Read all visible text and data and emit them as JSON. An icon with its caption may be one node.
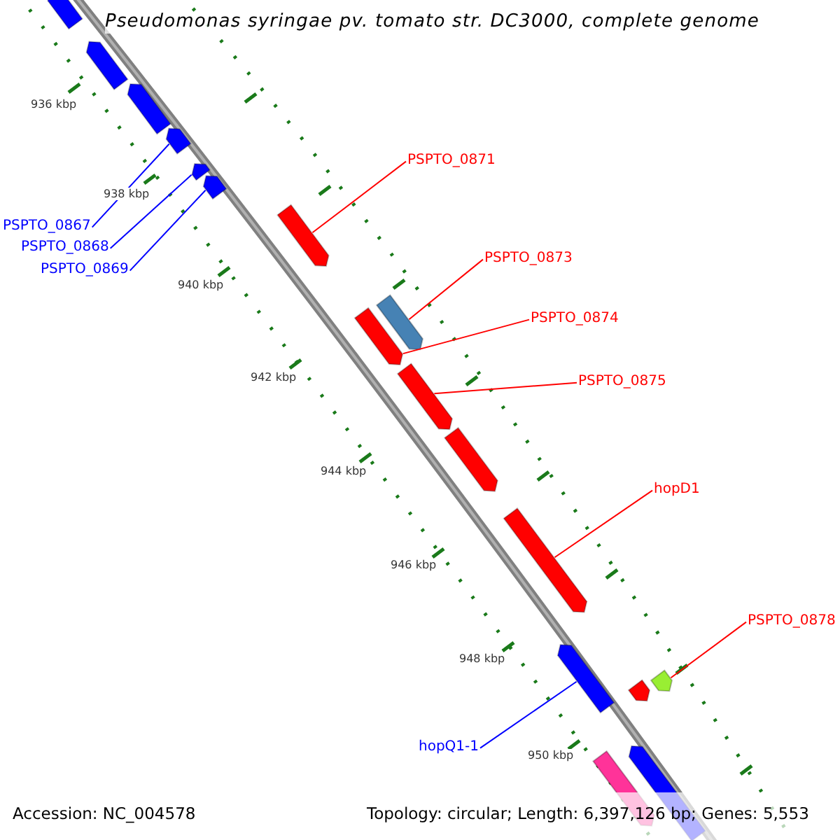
{
  "diagram": {
    "title": "Pseudomonas syringae pv. tomato str. DC3000, complete genome",
    "nodes": [
      {
        "text": [
          "PSPTO_0871"
        ]
      },
      {
        "text": [],
        "shape": "arrow"
      },
      {
        "text": [
          "PSPTO_0867"
        ]
      },
      {
        "text": [],
        "shape": "arrow"
      },
      {
        "text": [
          "PSPTO_0868"
        ]
      },
      {
        "text": [],
        "shape": "arrow"
      },
      {
        "text": [
          "PSPTO_0869"
        ]
      },
      {
        "text": [],
        "shape": "arrow"
      },
      {
        "text": [
          "PSPTO_0873"
        ]
      },
      {
        "text": [],
        "shape": "arrow"
      },
      {
        "text": [
          "PSPTO_0874"
        ]
      },
      {
        "text": [],
        "shape": "arrow"
      },
      {
        "text": [
          "PSPTO_0875"
        ]
      },
      {
        "text": [],
        "shape": "arrow"
      },
      {
        "text": [
          "hopD1"
        ]
      },
      {
        "text": [],
        "shape": "arrow"
      },
      {
        "text": [
          "PSPTO_0878"
        ]
      },
      {
        "text": [],
        "shape": "arrow"
      },
      {
        "text": [
          "hopQ1-1"
        ]
      },
      {
        "text": [],
        "shape": "arrow"
      },
      {
        "text": [],
        "shape": "arrow"
      },
      {
        "text": [],
        "shape": "arrow"
      },
      {
        "text": [],
        "shape": "arrow"
      },
      {
        "text": [],
        "shape": "arrow"
      },
      {
        "text": [],
        "shape": "arrow"
      },
      {
        "text": [],
        "shape": "arrow"
      },
      {
        "text": [],
        "shape": "arrow"
      }
    ],
    "edges": [
      {
        "from": 0,
        "to": 1,
        "arrow": "none"
      },
      {
        "from": 2,
        "to": 3,
        "arrow": "none",
        "color": "#0000ff"
      },
      {
        "from": 4,
        "to": 5,
        "arrow": "none",
        "color": "#0000ff"
      },
      {
        "from": 6,
        "to": 7,
        "arrow": "none",
        "color": "#0000ff"
      },
      {
        "from": 8,
        "to": 9,
        "arrow": "none"
      },
      {
        "from": 10,
        "to": 11,
        "arrow": "none"
      },
      {
        "from": 12,
        "to": 13,
        "arrow": "none"
      },
      {
        "from": 14,
        "to": 15,
        "arrow": "none"
      },
      {
        "from": 16,
        "to": 17,
        "arrow": "none"
      },
      {
        "from": 18,
        "to": 19,
        "arrow": "none",
        "color": "#0000ff"
      }
    ],
    "labels": [
      "936 kbp",
      "938 kbp",
      "940 kbp",
      "942 kbp",
      "944 kbp",
      "946 kbp",
      "948 kbp",
      "950 kbp",
      "Accession: NC_004578",
      "Topology: circular; Length: 6,397,126 bp; Genes: 5,553"
    ]
  }
}
